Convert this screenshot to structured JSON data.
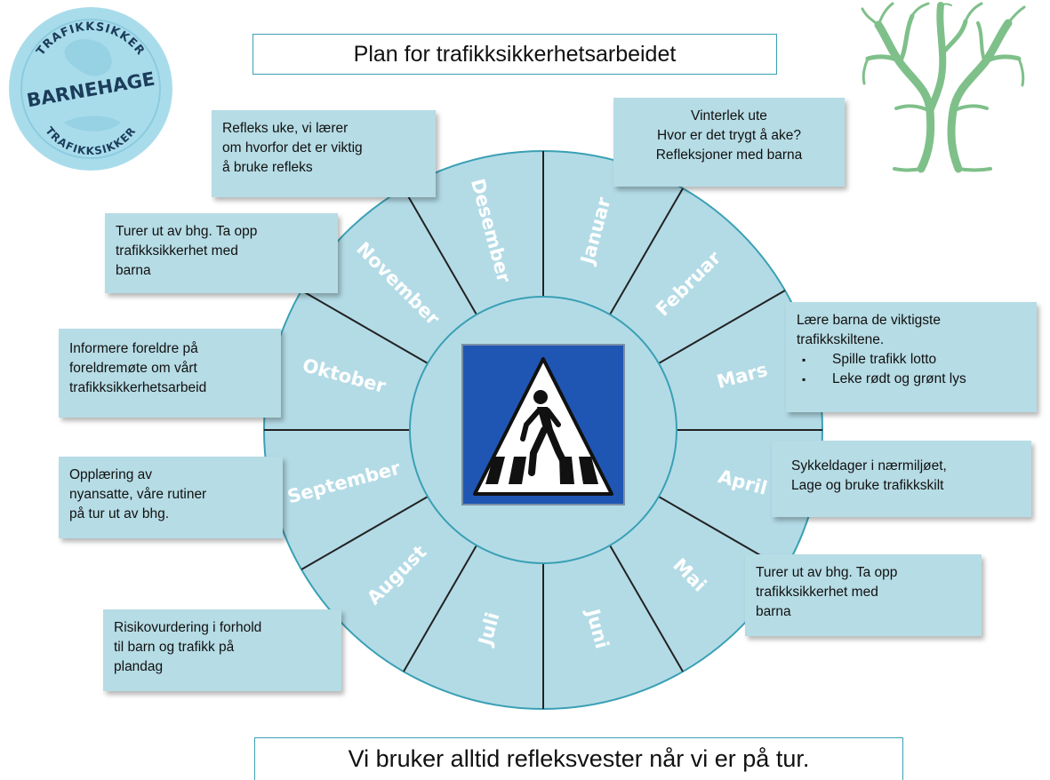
{
  "title": "Plan for trafikksikkerhetsarbeidet",
  "footer": "Vi bruker alltid refleksvester når vi er på tur.",
  "logo": {
    "top_text": "TRAFIKKSIKKER",
    "main_text": "BARNEHAGE",
    "bottom_text": "TRAFIKKSIKKER",
    "color": "#a9dceb"
  },
  "tree_icon": "tree-icon",
  "wheel": {
    "fill_color": "#b3dbe6",
    "line_color": "#222222",
    "center_sign": "pedestrian-crossing-sign",
    "sign_color": "#1f56b4",
    "months": [
      "Januar",
      "Februar",
      "Mars",
      "April",
      "Mai",
      "Juni",
      "Juli",
      "August",
      "September",
      "Oktober",
      "November",
      "Desember"
    ]
  },
  "notes": {
    "januar": [
      "Vinterlek ute",
      "Hvor er det trygt å ake?",
      "Refleksjoner med barna"
    ],
    "mars": {
      "intro": [
        "Lære barna de viktigste",
        "trafikkskiltene."
      ],
      "bullets": [
        "Spille trafikk lotto",
        "Leke rødt og grønt lys"
      ]
    },
    "april": [
      "Sykkeldager i nærmiljøet,",
      "Lage og bruke trafikkskilt"
    ],
    "mai": [
      "Turer ut av bhg. Ta opp",
      "trafikksikkerhet med",
      "barna"
    ],
    "desember": [
      "Refleks uke, vi lærer",
      "om hvorfor det er viktig",
      "å bruke refleks"
    ],
    "november": [
      "Turer ut av bhg. Ta opp",
      "trafikksikkerhet med",
      "barna"
    ],
    "oktober": [
      "Informere foreldre på",
      "foreldremøte om vårt",
      "trafikksikkerhetsarbeid"
    ],
    "september": [
      "Opplæring av",
      "nyansatte, våre rutiner",
      "på tur ut av bhg."
    ],
    "august": [
      "Risikovurdering i forhold",
      "til barn og trafikk på",
      "plandag"
    ]
  }
}
